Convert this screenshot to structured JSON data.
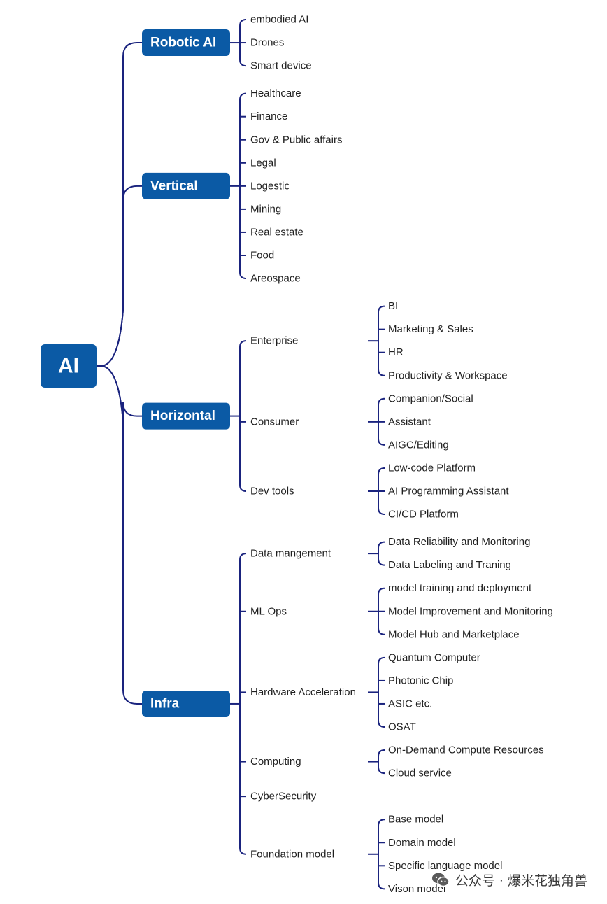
{
  "root": {
    "label": "AI"
  },
  "categories": [
    {
      "label": "Robotic AI",
      "children": [
        {
          "label": "embodied AI"
        },
        {
          "label": "Drones"
        },
        {
          "label": "Smart device"
        }
      ]
    },
    {
      "label": "Vertical",
      "children": [
        {
          "label": "Healthcare"
        },
        {
          "label": "Finance"
        },
        {
          "label": "Gov & Public affairs"
        },
        {
          "label": "Legal"
        },
        {
          "label": "Logestic"
        },
        {
          "label": "Mining"
        },
        {
          "label": "Real estate"
        },
        {
          "label": "Food"
        },
        {
          "label": "Areospace"
        }
      ]
    },
    {
      "label": "Horizontal",
      "children": [
        {
          "label": "Enterprise",
          "children": [
            {
              "label": "BI"
            },
            {
              "label": "Marketing & Sales"
            },
            {
              "label": "HR"
            },
            {
              "label": "Productivity & Workspace"
            }
          ]
        },
        {
          "label": "Consumer",
          "children": [
            {
              "label": "Companion/Social"
            },
            {
              "label": "Assistant"
            },
            {
              "label": "AIGC/Editing"
            }
          ]
        },
        {
          "label": "Dev tools",
          "children": [
            {
              "label": "Low-code Platform"
            },
            {
              "label": "AI Programming Assistant"
            },
            {
              "label": "CI/CD Platform"
            }
          ]
        }
      ]
    },
    {
      "label": "Infra",
      "children": [
        {
          "label": "Data mangement",
          "children": [
            {
              "label": "Data Reliability and Monitoring"
            },
            {
              "label": "Data Labeling and Traning"
            }
          ]
        },
        {
          "label": "ML Ops",
          "children": [
            {
              "label": "model training and deployment"
            },
            {
              "label": "Model Improvement and Monitoring"
            },
            {
              "label": "Model Hub and Marketplace"
            }
          ]
        },
        {
          "label": "Hardware Acceleration",
          "children": [
            {
              "label": "Quantum Computer"
            },
            {
              "label": "Photonic Chip"
            },
            {
              "label": "ASIC etc."
            },
            {
              "label": "OSAT"
            }
          ]
        },
        {
          "label": "Computing",
          "children": [
            {
              "label": "On-Demand Compute Resources"
            },
            {
              "label": "Cloud service"
            }
          ]
        },
        {
          "label": "CyberSecurity"
        },
        {
          "label": "Foundation model",
          "children": [
            {
              "label": "Base model"
            },
            {
              "label": "Domain model"
            },
            {
              "label": "Specific language model"
            },
            {
              "label": "Vison model"
            }
          ]
        }
      ]
    }
  ],
  "watermark": {
    "text": "公众号 · 爆米花独角兽",
    "icon": "wechat-icon"
  }
}
